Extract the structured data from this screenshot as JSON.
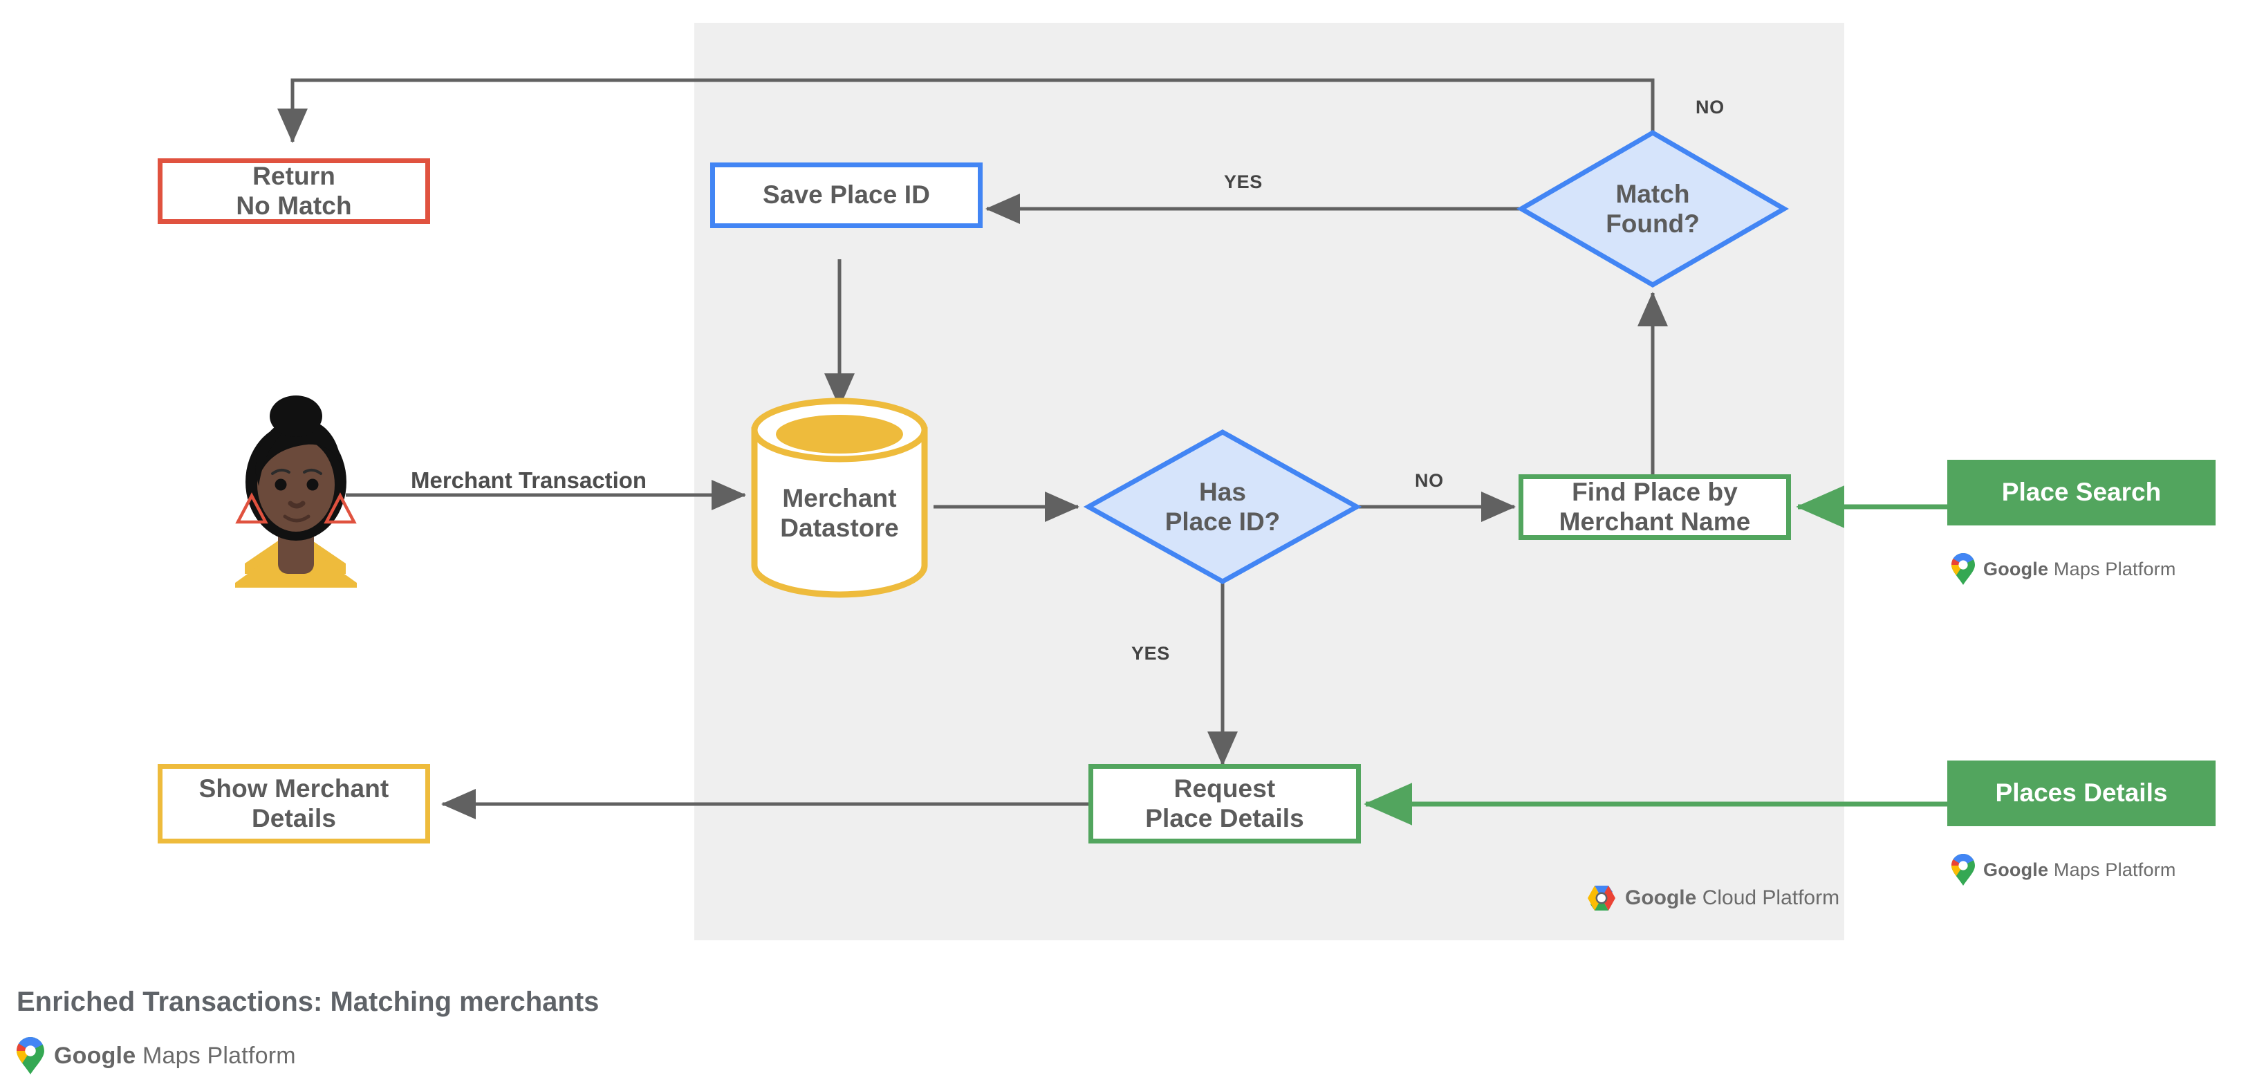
{
  "page": {
    "title": "Enriched Transactions: Matching merchants",
    "background": "#ffffff",
    "panel_color": "#efefef"
  },
  "colors": {
    "blue": "#4285f4",
    "blue_fill": "#d6e4fb",
    "red": "#e0523f",
    "yellow": "#eebb3c",
    "green": "#52a55e",
    "gray_line": "#616161",
    "text": "#5b5b5b"
  },
  "nodes": {
    "return_no_match": {
      "label": "Return\nNo Match",
      "style": "outline-red"
    },
    "save_place_id": {
      "label": "Save Place ID",
      "style": "outline-blue"
    },
    "match_found": {
      "label": "Match\nFound?",
      "style": "diamond-blue"
    },
    "merchant_datastore": {
      "label": "Merchant\nDatastore",
      "style": "cylinder-yellow"
    },
    "has_place_id": {
      "label": "Has\nPlace ID?",
      "style": "diamond-blue"
    },
    "find_place_by_merchant_name": {
      "label": "Find Place by\nMerchant Name",
      "style": "outline-green"
    },
    "place_search": {
      "label": "Place Search",
      "style": "solid-green"
    },
    "show_merchant_details": {
      "label": "Show Merchant\nDetails",
      "style": "outline-yellow"
    },
    "request_place_details": {
      "label": "Request\nPlace Details",
      "style": "outline-green"
    },
    "places_details": {
      "label": "Places Details",
      "style": "solid-green"
    }
  },
  "edge_labels": {
    "merchant_transaction": "Merchant Transaction",
    "has_place_id_no": "NO",
    "has_place_id_yes": "YES",
    "match_found_no": "NO",
    "match_found_yes": "YES"
  },
  "logos": {
    "maps_platform": {
      "brand": "Google",
      "product": "Maps Platform",
      "icon": "google-maps-pin-icon"
    },
    "cloud_platform": {
      "brand": "Google",
      "product": "Cloud Platform",
      "icon": "google-cloud-hexagon-icon"
    }
  },
  "avatar": {
    "name": "merchant-customer-avatar",
    "skin": "#6b4a3b",
    "hair": "#111111",
    "collar": "#eebb3c",
    "earring": "#e0523f"
  }
}
